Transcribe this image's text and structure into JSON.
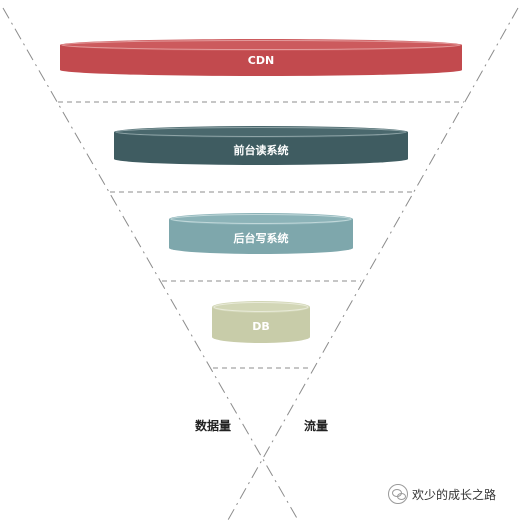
{
  "layers": [
    {
      "label": "CDN",
      "color": "#c24a4e"
    },
    {
      "label": "前台读系统",
      "color": "#3f5c61"
    },
    {
      "label": "后台写系统",
      "color": "#7ea7ac"
    },
    {
      "label": "DB",
      "color": "#c8cca9"
    }
  ],
  "side_labels": {
    "left": "数据量",
    "right": "流量"
  },
  "watermark": {
    "text": "欢少的成长之路",
    "icon": "wechat-icon"
  },
  "colors": {
    "dash": "#8c8c8c"
  }
}
